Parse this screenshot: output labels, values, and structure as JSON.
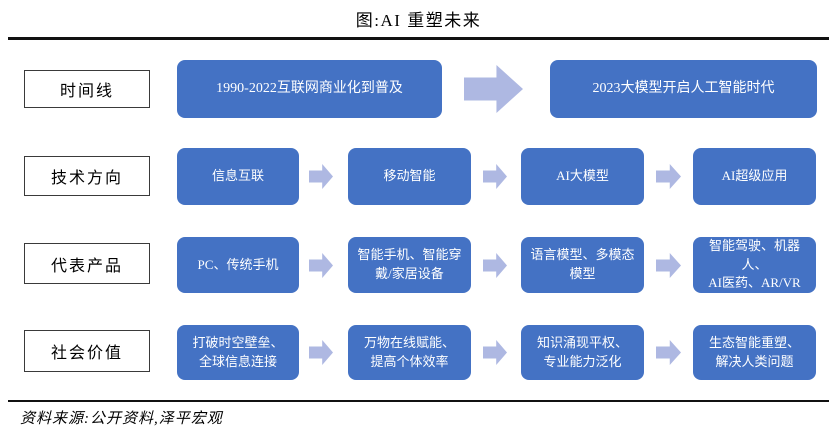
{
  "title": "图:AI 重塑未来",
  "source_note": "资料来源:公开资料,泽平宏观",
  "colors": {
    "box_fill": "#4472C4",
    "arrow_fill": "#AEB8E2",
    "text_on_box": "#FFFFFF",
    "rule": "#111111"
  },
  "rows": [
    {
      "label": "时间线",
      "boxes": [
        {
          "text": "1990-2022互联网商业化到普及"
        },
        {
          "text": "2023大模型开启人工智能时代"
        }
      ]
    },
    {
      "label": "技术方向",
      "boxes": [
        {
          "text": "信息互联"
        },
        {
          "text": "移动智能"
        },
        {
          "text": "AI大模型"
        },
        {
          "text": "AI超级应用"
        }
      ]
    },
    {
      "label": "代表产品",
      "boxes": [
        {
          "text": "PC、传统手机"
        },
        {
          "text": "智能手机、智能穿\n戴/家居设备"
        },
        {
          "text": "语言模型、多模态\n模型"
        },
        {
          "text": "智能驾驶、机器人、\nAI医药、AR/VR"
        }
      ]
    },
    {
      "label": "社会价值",
      "boxes": [
        {
          "text": "打破时空壁垒、\n全球信息连接"
        },
        {
          "text": "万物在线赋能、\n提高个体效率"
        },
        {
          "text": "知识涌现平权、\n专业能力泛化"
        },
        {
          "text": "生态智能重塑、\n解决人类问题"
        }
      ]
    }
  ]
}
